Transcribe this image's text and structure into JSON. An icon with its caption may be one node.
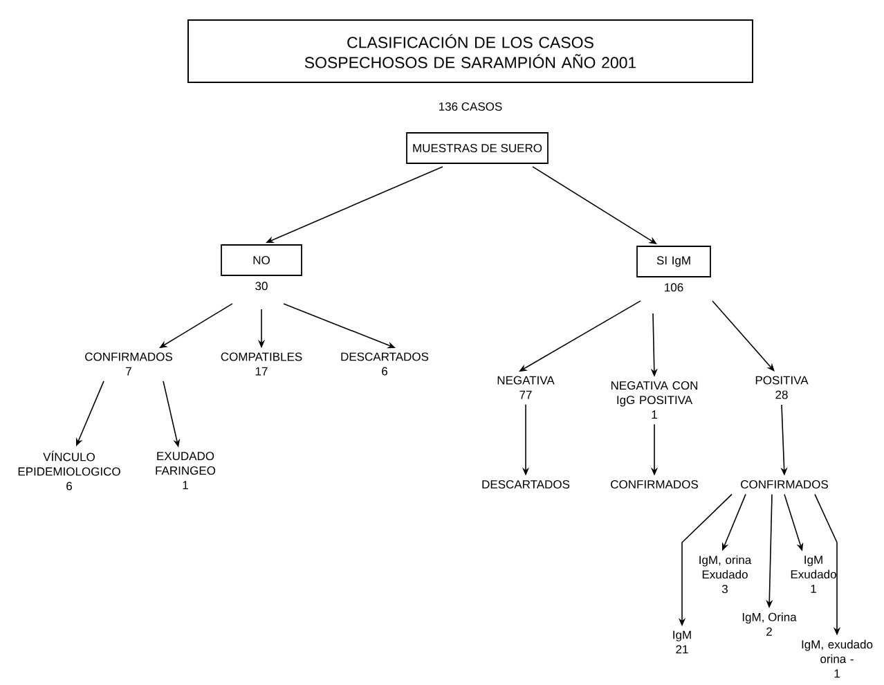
{
  "diagram": {
    "labels": [
      "136 CASOS"
    ],
    "nodes": [
      {
        "text": [
          "CLASIFICACIÓN DE LOS CASOS SOSPECHOSOS DE SARAMPIÓN AÑO 2001"
        ]
      },
      {
        "text": [
          "MUESTRAS DE SUERO"
        ]
      },
      {
        "text": [
          "NO"
        ],
        "beside": [
          "30"
        ]
      },
      {
        "text": [
          "SI IgM"
        ],
        "beside": [
          "106"
        ]
      },
      {
        "text": [
          "CONFIRMADOS",
          "7"
        ]
      },
      {
        "text": [
          "COMPATIBLES",
          "17"
        ]
      },
      {
        "text": [
          "DESCARTADOS",
          "6"
        ]
      },
      {
        "text": [
          "VÍNCULO EPIDEMIOLOGICO",
          "6"
        ]
      },
      {
        "text": [
          "EXUDADO FARINGEO",
          "1"
        ]
      },
      {
        "text": [
          "NEGATIVA",
          "77"
        ]
      },
      {
        "text": [
          "NEGATIVA CON IgG POSITIVA",
          "1"
        ]
      },
      {
        "text": [
          "POSITIVA",
          "28"
        ]
      },
      {
        "text": [
          "DESCARTADOS"
        ]
      },
      {
        "text": [
          "CONFIRMADOS"
        ]
      },
      {
        "text": [
          "CONFIRMADOS"
        ]
      },
      {
        "text": [
          "IgM",
          "21"
        ]
      },
      {
        "text": [
          "IgM, orina Exudado",
          "3"
        ]
      },
      {
        "text": [
          "IgM, Orina",
          "2"
        ]
      },
      {
        "text": [
          "IgM Exudado",
          "1"
        ]
      },
      {
        "text": [
          "IgM, exudado orina -",
          "1"
        ]
      }
    ],
    "edges": [
      {
        "from": 1,
        "to": 2,
        "arrow": "to"
      },
      {
        "from": 1,
        "to": 3,
        "arrow": "to"
      },
      {
        "from": 2,
        "to": 4,
        "arrow": "to"
      },
      {
        "from": 2,
        "to": 5,
        "arrow": "to"
      },
      {
        "from": 2,
        "to": 6,
        "arrow": "to"
      },
      {
        "from": 4,
        "to": 7,
        "arrow": "to"
      },
      {
        "from": 4,
        "to": 8,
        "arrow": "to"
      },
      {
        "from": 3,
        "to": 9,
        "arrow": "to"
      },
      {
        "from": 3,
        "to": 10,
        "arrow": "to"
      },
      {
        "from": 3,
        "to": 11,
        "arrow": "to"
      },
      {
        "from": 9,
        "to": 12,
        "arrow": "to"
      },
      {
        "from": 10,
        "to": 13,
        "arrow": "to"
      },
      {
        "from": 11,
        "to": 14,
        "arrow": "to"
      },
      {
        "from": 14,
        "to": 15,
        "arrow": "to"
      },
      {
        "from": 14,
        "to": 16,
        "arrow": "to"
      },
      {
        "from": 14,
        "to": 17,
        "arrow": "to"
      },
      {
        "from": 14,
        "to": 18,
        "arrow": "to"
      },
      {
        "from": 14,
        "to": 19,
        "arrow": "to"
      }
    ]
  }
}
